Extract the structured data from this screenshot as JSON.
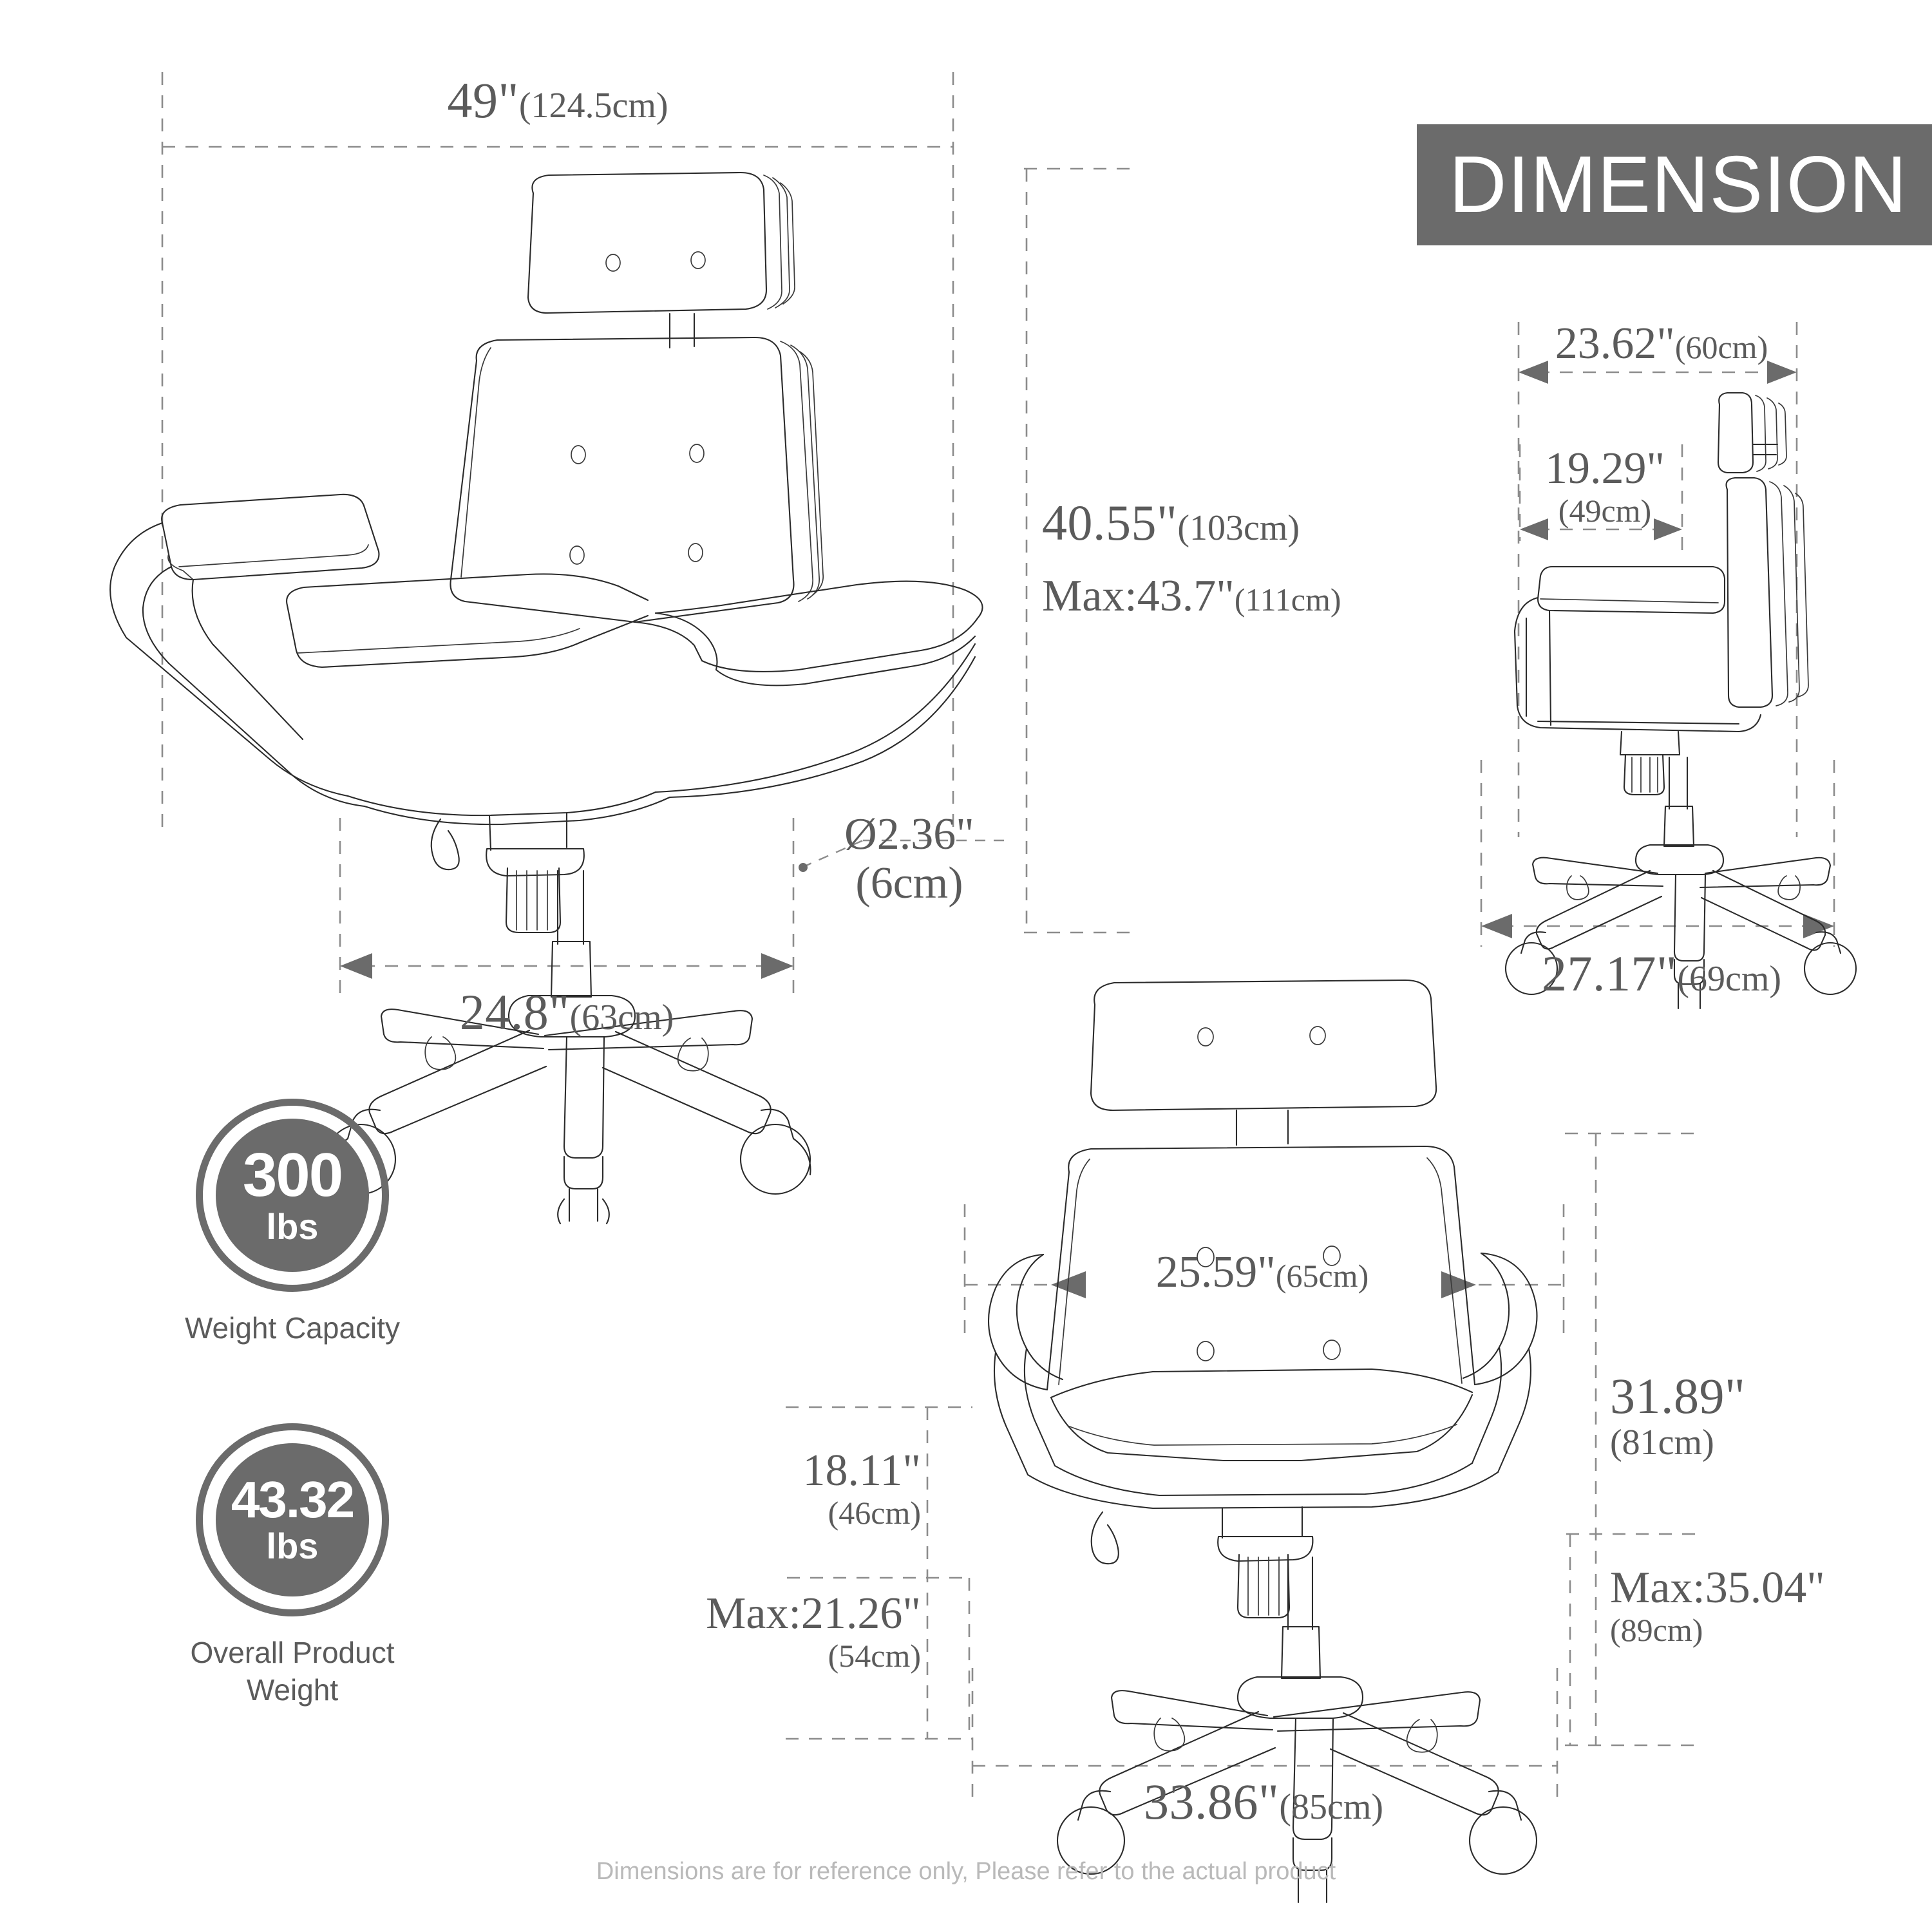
{
  "banner": {
    "title": "DIMENSION"
  },
  "footer": {
    "note": "Dimensions are for reference only, Please refer to the actual product"
  },
  "views": {
    "three_quarter": {
      "name": "three-quarter-view",
      "dimensions": {
        "overall_width": {
          "inch": "49\"",
          "cm": "(124.5cm)"
        },
        "overall_height": {
          "inch": "40.55\"",
          "cm": "(103cm)"
        },
        "overall_height_max": {
          "inch": "Max:43.7\"",
          "cm": "(111cm)"
        },
        "base_width": {
          "inch": "24.8\"",
          "cm": "(63cm)"
        },
        "caster_diameter": {
          "inch": "Ø2.36\"",
          "cm": "(6cm)"
        }
      }
    },
    "side": {
      "name": "side-view",
      "dimensions": {
        "seat_depth_total": {
          "inch": "23.62\"",
          "cm": "(60cm)"
        },
        "seat_depth": {
          "inch": "19.29\"",
          "cm": "(49cm)"
        },
        "base_depth": {
          "inch": "27.17\"",
          "cm": "(69cm)"
        }
      }
    },
    "front": {
      "name": "front-view",
      "dimensions": {
        "backrest_width": {
          "inch": "25.59\"",
          "cm": "(65cm)"
        },
        "seat_height": {
          "inch": "18.11\"",
          "cm": "(46cm)"
        },
        "seat_height_max": {
          "inch": "Max:21.26\"",
          "cm": "(54cm)"
        },
        "overall_height": {
          "inch": "31.89\"",
          "cm": "(81cm)"
        },
        "overall_height_max": {
          "inch": "Max:35.04\"",
          "cm": "(89cm)"
        },
        "base_width": {
          "inch": "33.86\"",
          "cm": "(85cm)"
        }
      }
    }
  },
  "badges": [
    {
      "name": "weight-capacity",
      "value": "300",
      "unit": "lbs",
      "label": "Weight Capacity"
    },
    {
      "name": "product-weight",
      "value": "43.32",
      "unit": "lbs",
      "label": "Overall Product\nWeight"
    }
  ],
  "colors": {
    "accent_gray": "#6b6b6b",
    "text_gray": "#5b5b5b",
    "guide_gray": "#8c8c8c",
    "line_dark": "#2b2b2b",
    "footer_gray": "#b9b9b9"
  }
}
